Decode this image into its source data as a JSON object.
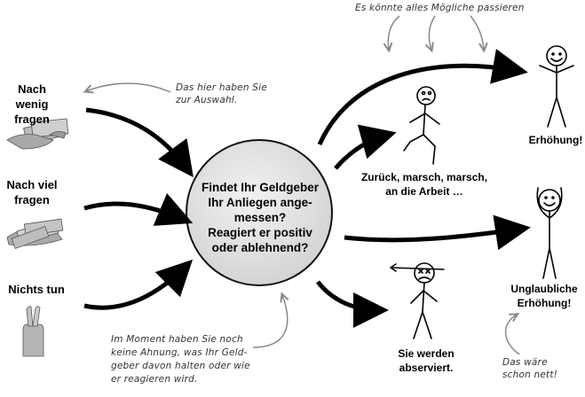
{
  "options": [
    {
      "label": "Nach wenig\nfragen",
      "icon": "money-handover-icon"
    },
    {
      "label": "Nach viel\nfragen",
      "icon": "money-pile-icon"
    },
    {
      "label": "Nichts tun",
      "icon": "crossed-fingers-icon"
    }
  ],
  "notes": {
    "selection": "Das hier haben Sie\nzur Auswahl.",
    "possibilities": "Es könnte alles Mögliche passieren",
    "no_idea": "Im Moment haben Sie noch\nkeine Ahnung, was Ihr Geld-\ngeber davon halten oder wie\ner reagieren wird.",
    "would_be_nice": "Das wäre\nschon nett!"
  },
  "center": {
    "question": "Findet Ihr Geldgeber\nIhr Anliegen ange-\nmessen?\nReagiert er positiv\noder ablehnend?"
  },
  "outcomes": [
    {
      "label": "Erhöhung!",
      "icon": "happy-stick-figure-icon"
    },
    {
      "label": "Zurück, marsch, marsch,\nan die Arbeit …",
      "icon": "running-stick-figure-icon"
    },
    {
      "label": "Unglaubliche\nErhöhung!",
      "icon": "cheering-stick-figure-icon"
    },
    {
      "label": "Sie werden\nabserviert.",
      "icon": "arrow-hit-stick-figure-icon"
    }
  ],
  "colors": {
    "arrow": "#000000",
    "note_arrow": "#888888",
    "circle_fill": "#e6e6e6"
  }
}
